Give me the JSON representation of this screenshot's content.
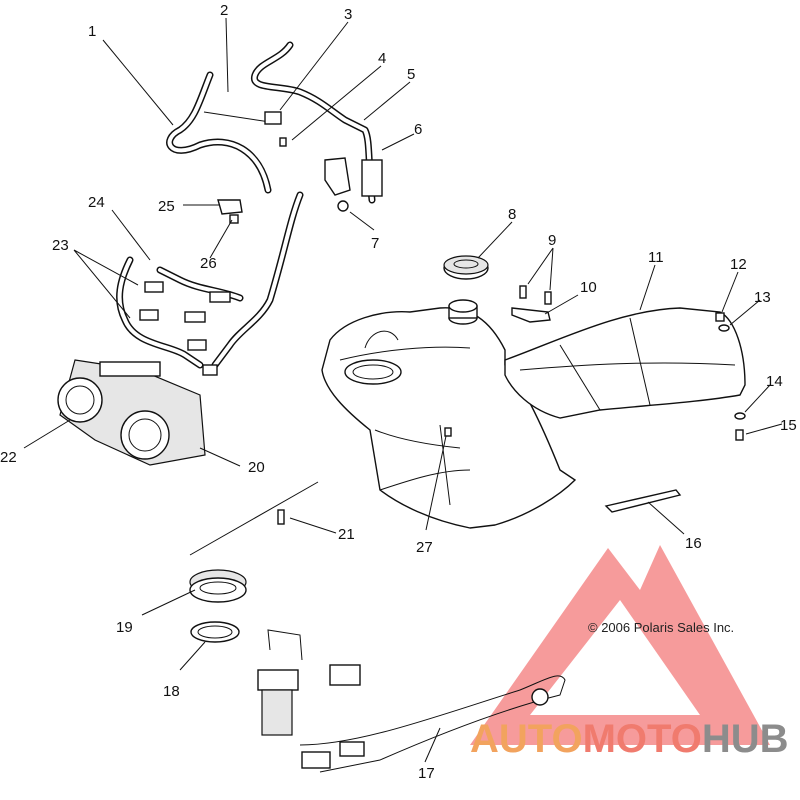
{
  "diagram": {
    "callouts": [
      {
        "id": "1",
        "label": "1"
      },
      {
        "id": "2",
        "label": "2"
      },
      {
        "id": "3",
        "label": "3"
      },
      {
        "id": "4",
        "label": "4"
      },
      {
        "id": "5",
        "label": "5"
      },
      {
        "id": "6",
        "label": "6"
      },
      {
        "id": "7",
        "label": "7"
      },
      {
        "id": "8",
        "label": "8"
      },
      {
        "id": "9",
        "label": "9"
      },
      {
        "id": "10",
        "label": "10"
      },
      {
        "id": "11",
        "label": "11"
      },
      {
        "id": "12",
        "label": "12"
      },
      {
        "id": "13",
        "label": "13"
      },
      {
        "id": "14",
        "label": "14"
      },
      {
        "id": "15",
        "label": "15"
      },
      {
        "id": "16",
        "label": "16"
      },
      {
        "id": "17",
        "label": "17"
      },
      {
        "id": "18",
        "label": "18"
      },
      {
        "id": "19",
        "label": "19"
      },
      {
        "id": "20",
        "label": "20"
      },
      {
        "id": "21",
        "label": "21"
      },
      {
        "id": "22",
        "label": "22"
      },
      {
        "id": "23",
        "label": "23"
      },
      {
        "id": "24",
        "label": "24"
      },
      {
        "id": "25",
        "label": "25"
      },
      {
        "id": "26",
        "label": "26"
      },
      {
        "id": "27",
        "label": "27"
      }
    ],
    "copyright": "© 2006 Polaris Sales Inc."
  },
  "watermark": {
    "word_a": "AUTO",
    "word_b": "MOTO",
    "word_c": "HUB",
    "color_a": "#f2a35e",
    "color_b": "#f07b6e",
    "color_c": "#8c8c8c",
    "triangle_color": "#f37a7a"
  }
}
